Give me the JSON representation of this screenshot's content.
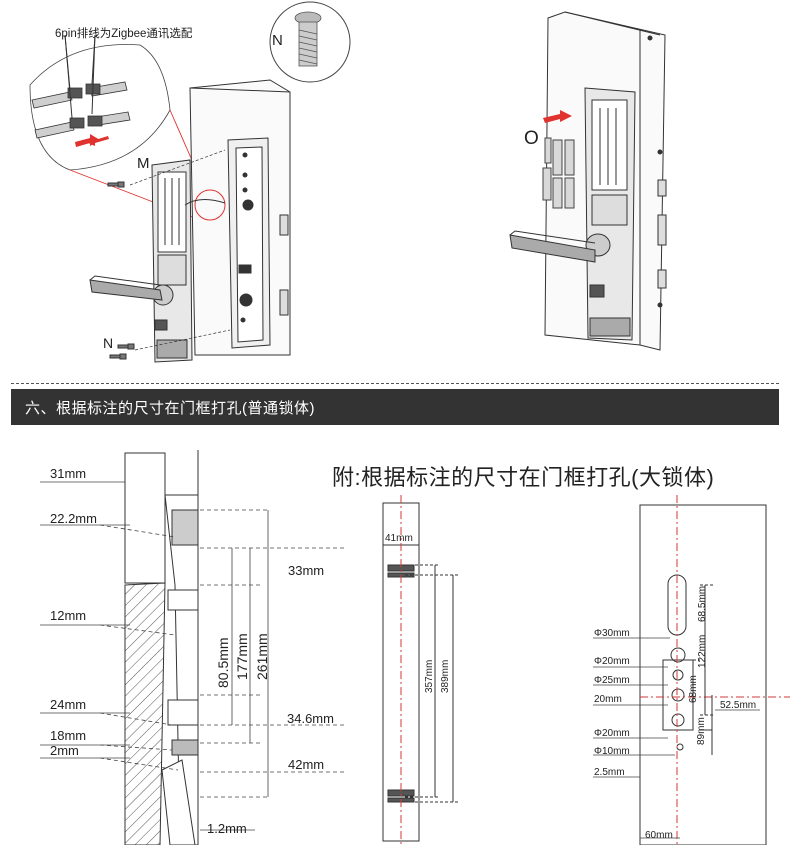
{
  "top": {
    "wiring_note": "6pin排线为Zigbee通讯选配",
    "label_n_circle": "N",
    "label_m": "M",
    "label_n": "N",
    "label_o": "O"
  },
  "section": {
    "title": "六、根据标注的尺寸在门框打孔(普通锁体)"
  },
  "appendix": {
    "title": "附:根据标注的尺寸在门框打孔(大锁体)"
  },
  "left_dims": {
    "d31": "31mm",
    "d22": "22.2mm",
    "d12": "12mm",
    "d24": "24mm",
    "d18": "18mm",
    "d2": "2mm",
    "d12b": "1.2mm",
    "d33": "33mm",
    "d346": "34.6mm",
    "d42": "42mm",
    "d805": "80.5mm",
    "d177": "177mm",
    "d261": "261mm"
  },
  "mid_dims": {
    "d41": "41mm",
    "d357": "357mm",
    "d389": "389mm"
  },
  "right_dims": {
    "phi30": "Φ30mm",
    "phi20a": "Φ20mm",
    "phi25": "Φ25mm",
    "d20": "20mm",
    "phi20b": "Φ20mm",
    "phi10": "Φ10mm",
    "d25": "2.5mm",
    "d60": "60mm",
    "d685": "68.5mm",
    "d122": "122mm",
    "d68": "68mm",
    "d525": "52.5mm",
    "d89": "89mm"
  },
  "colors": {
    "band": "#333333",
    "arrow": "#e0322e",
    "centerline": "#d33a3a"
  }
}
